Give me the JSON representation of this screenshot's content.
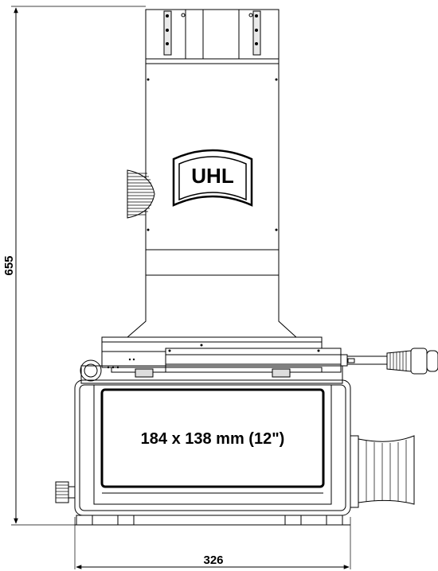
{
  "dimensions": {
    "height": "655",
    "width": "326"
  },
  "screen": {
    "label": "184 x 138 mm (12\")"
  },
  "logo": {
    "text": "UHL"
  }
}
